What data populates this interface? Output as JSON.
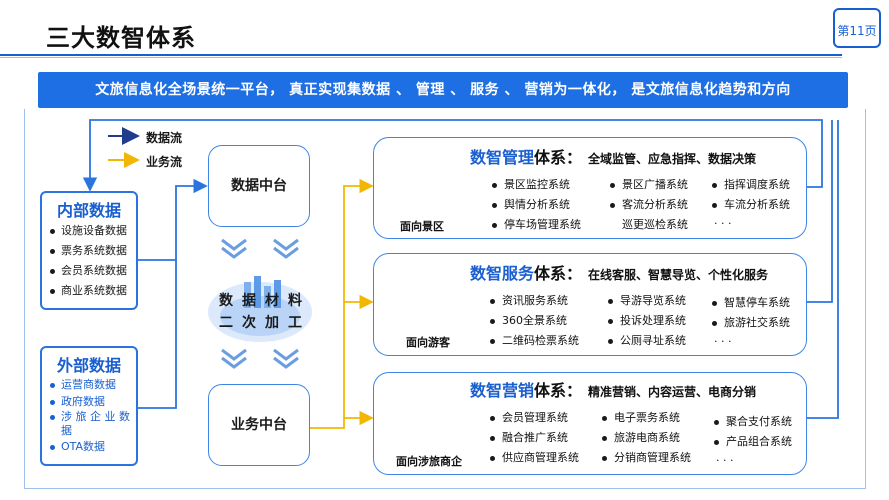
{
  "header": {
    "title": "三大数智体系",
    "page_badge": "第11页"
  },
  "banner": {
    "text": "文旅信息化全场景统一平台， 真正实现集数据 、 管理 、 服务 、 营销为一体化， 是文旅信息化趋势和方向"
  },
  "legend": {
    "data_flow": "数据流",
    "business_flow": "业务流",
    "data_flow_color": "#1f3d8c",
    "business_flow_color": "#f2b705"
  },
  "internal_data": {
    "title": "内部数据",
    "items": [
      "设施设备数据",
      "票务系统数据",
      "会员系统数据",
      "商业系统数据"
    ]
  },
  "external_data": {
    "title": "外部数据",
    "items": [
      "运营商数据",
      "政府数据",
      "涉 旅 企 业 数",
      "据",
      "OTA数据"
    ]
  },
  "hubs": {
    "data_center": "数据中台",
    "business_center": "业务中台"
  },
  "processing": {
    "line1": "数据材料",
    "line2": "二次加工"
  },
  "systems": [
    {
      "kw1": "数智",
      "kw2": "管理",
      "kw3": "体系：",
      "desc": "全域监管、应急指挥、数据决策",
      "face": "面向景区",
      "col1": [
        "景区监控系统",
        "舆情分析系统",
        "停车场管理系统"
      ],
      "col2": [
        "景区广播系统",
        "客流分析系统"
      ],
      "col2_extra": "巡更巡检系统",
      "col3": [
        "指挥调度系统",
        "车流分析系统"
      ],
      "col3_extra": ". . ."
    },
    {
      "kw1": "数智",
      "kw2": "服务",
      "kw3": "体系：",
      "desc": "在线客服、智慧导览、个性化服务",
      "face": "面向游客",
      "col1": [
        "资讯服务系统",
        "360全景系统",
        "二维码检票系统"
      ],
      "col2": [
        "导游导览系统",
        "投诉处理系统",
        "公厕寻址系统"
      ],
      "col3": [
        "智慧停车系统",
        "旅游社交系统"
      ],
      "col3_extra": ". . ."
    },
    {
      "kw1": "数智",
      "kw2": "营销",
      "kw3": "体系：",
      "desc": "精准营销、内容运营、电商分销",
      "face": "面向涉旅商企",
      "col1": [
        "会员管理系统",
        "融合推广系统",
        "供应商管理系统"
      ],
      "col2": [
        "电子票务系统",
        "旅游电商系统",
        "分销商管理系统"
      ],
      "col3": [
        "聚合支付系统",
        "产品组合系统"
      ],
      "col3_extra": ". . ."
    }
  ]
}
